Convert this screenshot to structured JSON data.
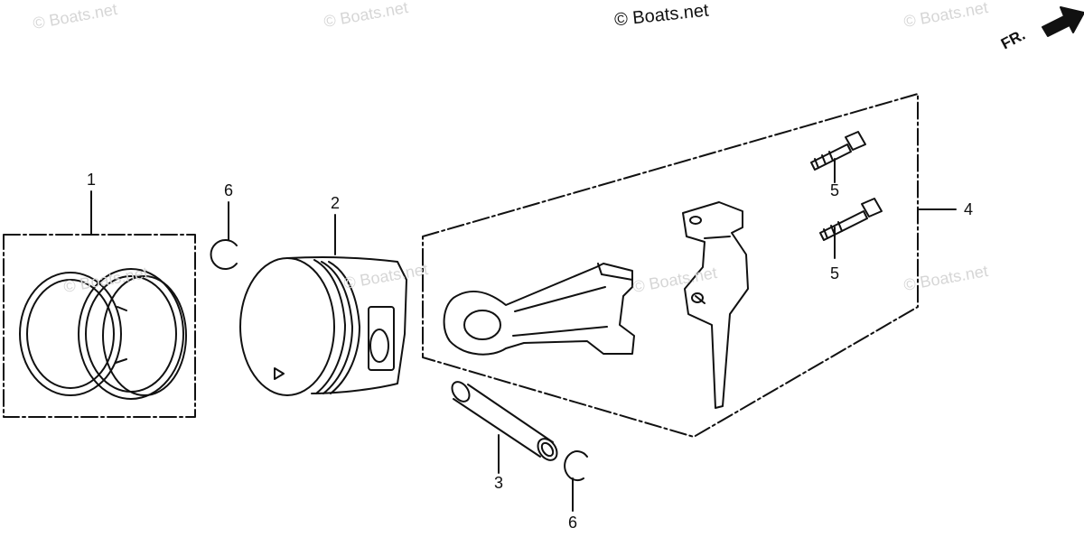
{
  "watermarks": [
    "© Boats.net",
    "© Boats.net",
    "© Boats.net",
    "© Boats.net",
    "© Boats.net",
    "© Boats.net",
    "© Boats.net",
    "© Boats.net"
  ],
  "direction_label": "FR.",
  "callouts": [
    "1",
    "2",
    "3",
    "4",
    "5",
    "5",
    "6",
    "6"
  ]
}
